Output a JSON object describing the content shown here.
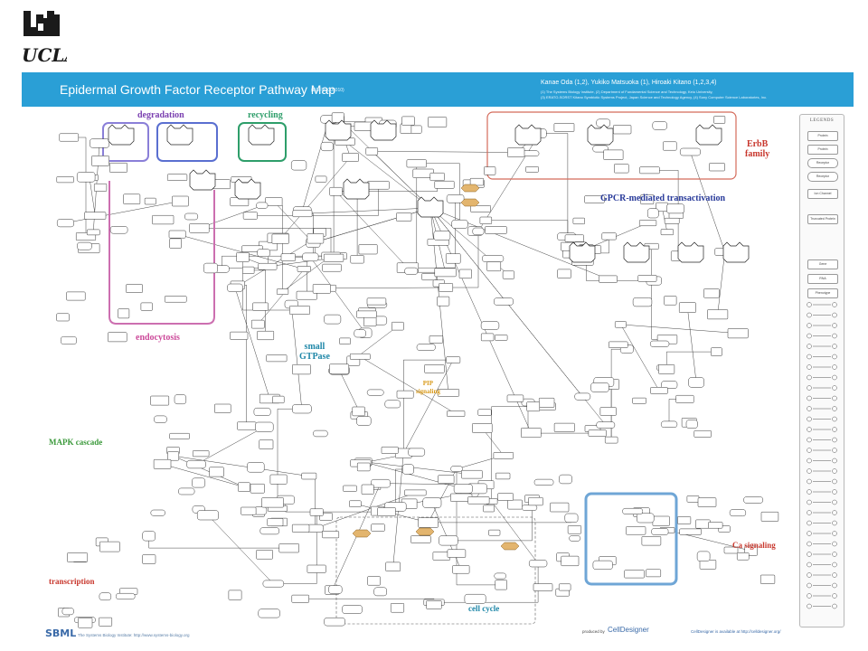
{
  "logo": {
    "text": "UCLA",
    "color": "#1a1a1a"
  },
  "banner": {
    "title": "Epidermal Growth Factor Receptor Pathway Map",
    "version": "(EGFR2005010)",
    "authors": "Kanae Oda (1,2), Yukiko Matsuoka (1), Hiroaki Kitano (1,2,3,4)",
    "affiliations": [
      "(1) The Systems Biology Institute, (2) Department of Fundamental Science and Technology, Keio University,",
      "(3) ERATO-SORST Kitano Symbiotic Systems Project, Japan Science and Technology Agency, (4) Sony Computer Science Laboratories, Inc.",
      ""
    ],
    "color": "#2a9fd6"
  },
  "regions": {
    "degradation": "degradation",
    "recycling": "recycling",
    "erbb_family": "ErbB\nfamily",
    "gpcr": "GPCR-mediated transactivation",
    "endocytosis": "endocytosis",
    "small_gtpase": "small\nGTPase",
    "pip_signaling": "PIP\nsignaling",
    "mapk_cascade": "MAPK cascade",
    "ca_signaling": "Ca signaling",
    "transcription": "transcription",
    "cell_cycle": "cell cycle"
  },
  "legend": {
    "title": "LEGENDS",
    "items": [
      "Protein",
      "Protein",
      "Receptor",
      "Receptor",
      "Ion Channel",
      "Truncated Protein",
      "Gene",
      "RNA",
      "Phenotype"
    ]
  },
  "footer": {
    "sbml": "SBML",
    "left": "The Systems Biology Institute: http://www.systems-biology.org",
    "produced": "produced by",
    "celldesigner": "CellDesigner",
    "available": "CellDesigner is available at http://celldesigner.org/"
  },
  "colors": {
    "degradation_box": "#7a6fd0",
    "recycling_box": "#2e9e6a",
    "erbb_box": "#d46b5b",
    "endocytosis_path": "#cc6fb0",
    "ca_box": "#6fa6d6",
    "region_red": "#c8372d",
    "region_blue": "#283a9a",
    "region_teal": "#1f87a8",
    "region_green": "#3c9a3c",
    "region_orange": "#d99a1a",
    "node_stroke": "#333333",
    "edge": "#444444"
  }
}
